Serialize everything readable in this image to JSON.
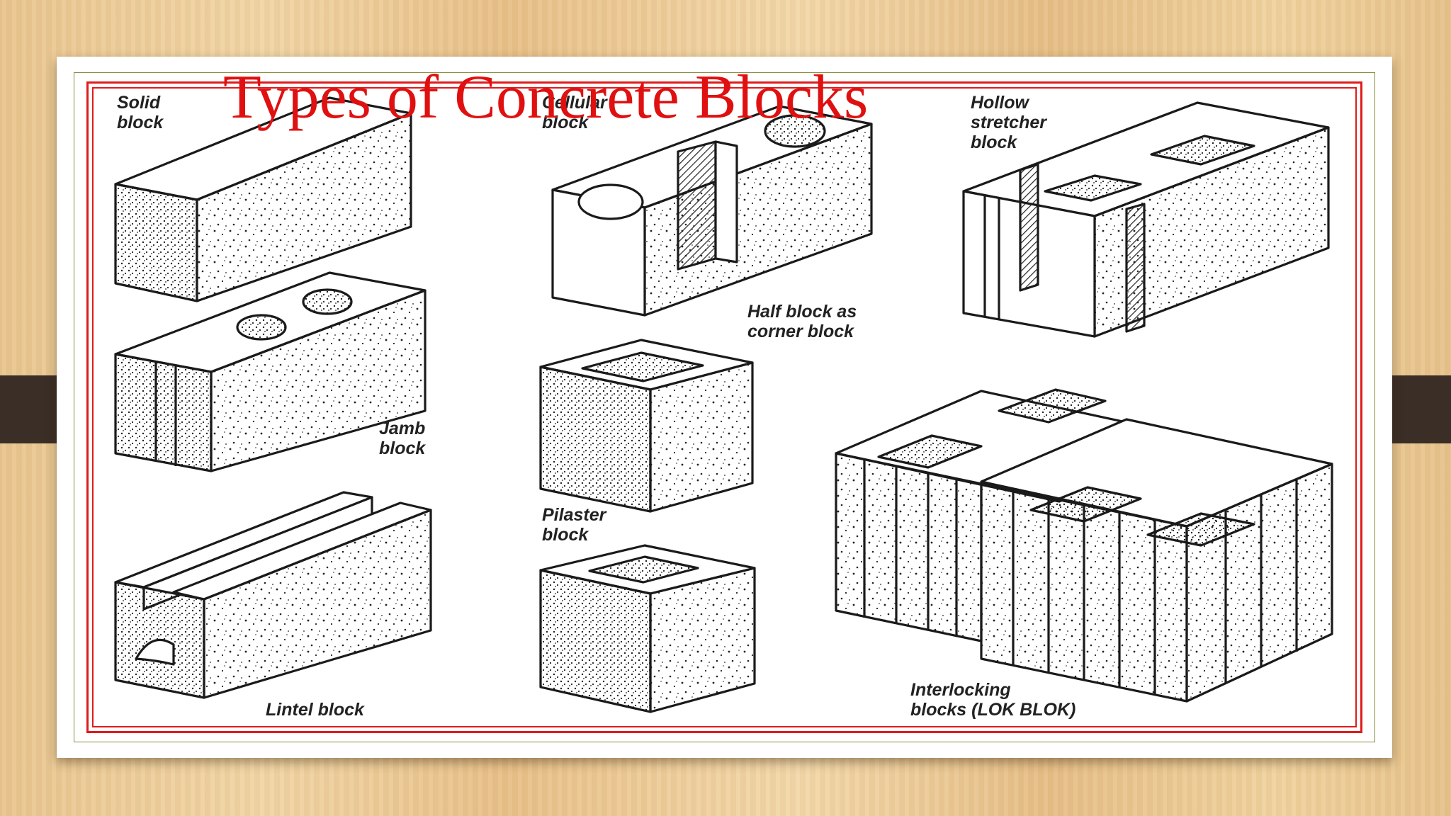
{
  "slide": {
    "title": "Types of Concrete Blocks"
  },
  "diagram": {
    "labels": {
      "solid": [
        "Solid",
        "block"
      ],
      "cellular": [
        "Cellular",
        "block"
      ],
      "hollow": [
        "Hollow",
        "stretcher",
        "block"
      ],
      "jamb": [
        "Jamb",
        "block"
      ],
      "half": [
        "Half block as",
        "corner block"
      ],
      "pilaster": [
        "Pilaster",
        "block"
      ],
      "lintel": "Lintel block",
      "interlocking": [
        "Interlocking",
        "blocks (LOK BLOK)"
      ]
    }
  },
  "colors": {
    "title": "#e01010",
    "frame_red": "#e01b1b",
    "frame_olive": "#8c8a3a",
    "ink": "#1a1a1a"
  }
}
